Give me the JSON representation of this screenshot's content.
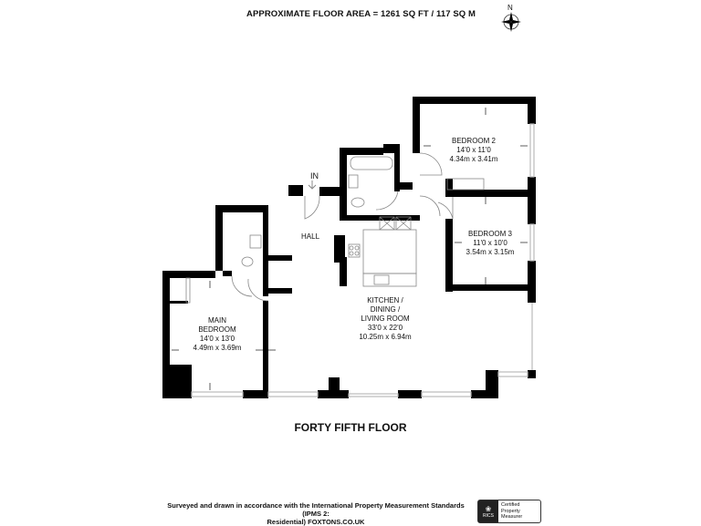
{
  "header": {
    "area_text": "APPROXIMATE FLOOR AREA = 1261 SQ FT / 117 SQ M"
  },
  "compass": {
    "north_label": "N",
    "icon": "compass-rose-icon"
  },
  "rooms": [
    {
      "name": "BEDROOM 2",
      "imperial": "14'0 x 11'0",
      "metric": "4.34m x 3.41m"
    },
    {
      "name": "BEDROOM 3",
      "imperial": "11'0 x 10'0",
      "metric": "3.54m x 3.15m"
    },
    {
      "name": "MAIN",
      "name2": "BEDROOM",
      "imperial": "14'0 x 13'0",
      "metric": "4.49m x 3.69m"
    },
    {
      "name": "KITCHEN /",
      "name2": "DINING /",
      "name3": "LIVING ROOM",
      "imperial": "33'0 x 22'0",
      "metric": "10.25m x 6.94m"
    },
    {
      "name": "HALL"
    }
  ],
  "entrance": {
    "label": "IN"
  },
  "floor": {
    "title": "FORTY FIFTH FLOOR"
  },
  "footer": {
    "line1": "Surveyed and drawn in accordance with the International Property Measurement Standards (IPMS 2:",
    "line2": "Residential) FOXTONS.CO.UK",
    "badge": {
      "org": "RICS",
      "line1": "Certified",
      "line2": "Property",
      "line3": "Measurer"
    }
  },
  "colors": {
    "wall": "#000000",
    "fixture": "#888888",
    "window": "#bbbbbb"
  }
}
